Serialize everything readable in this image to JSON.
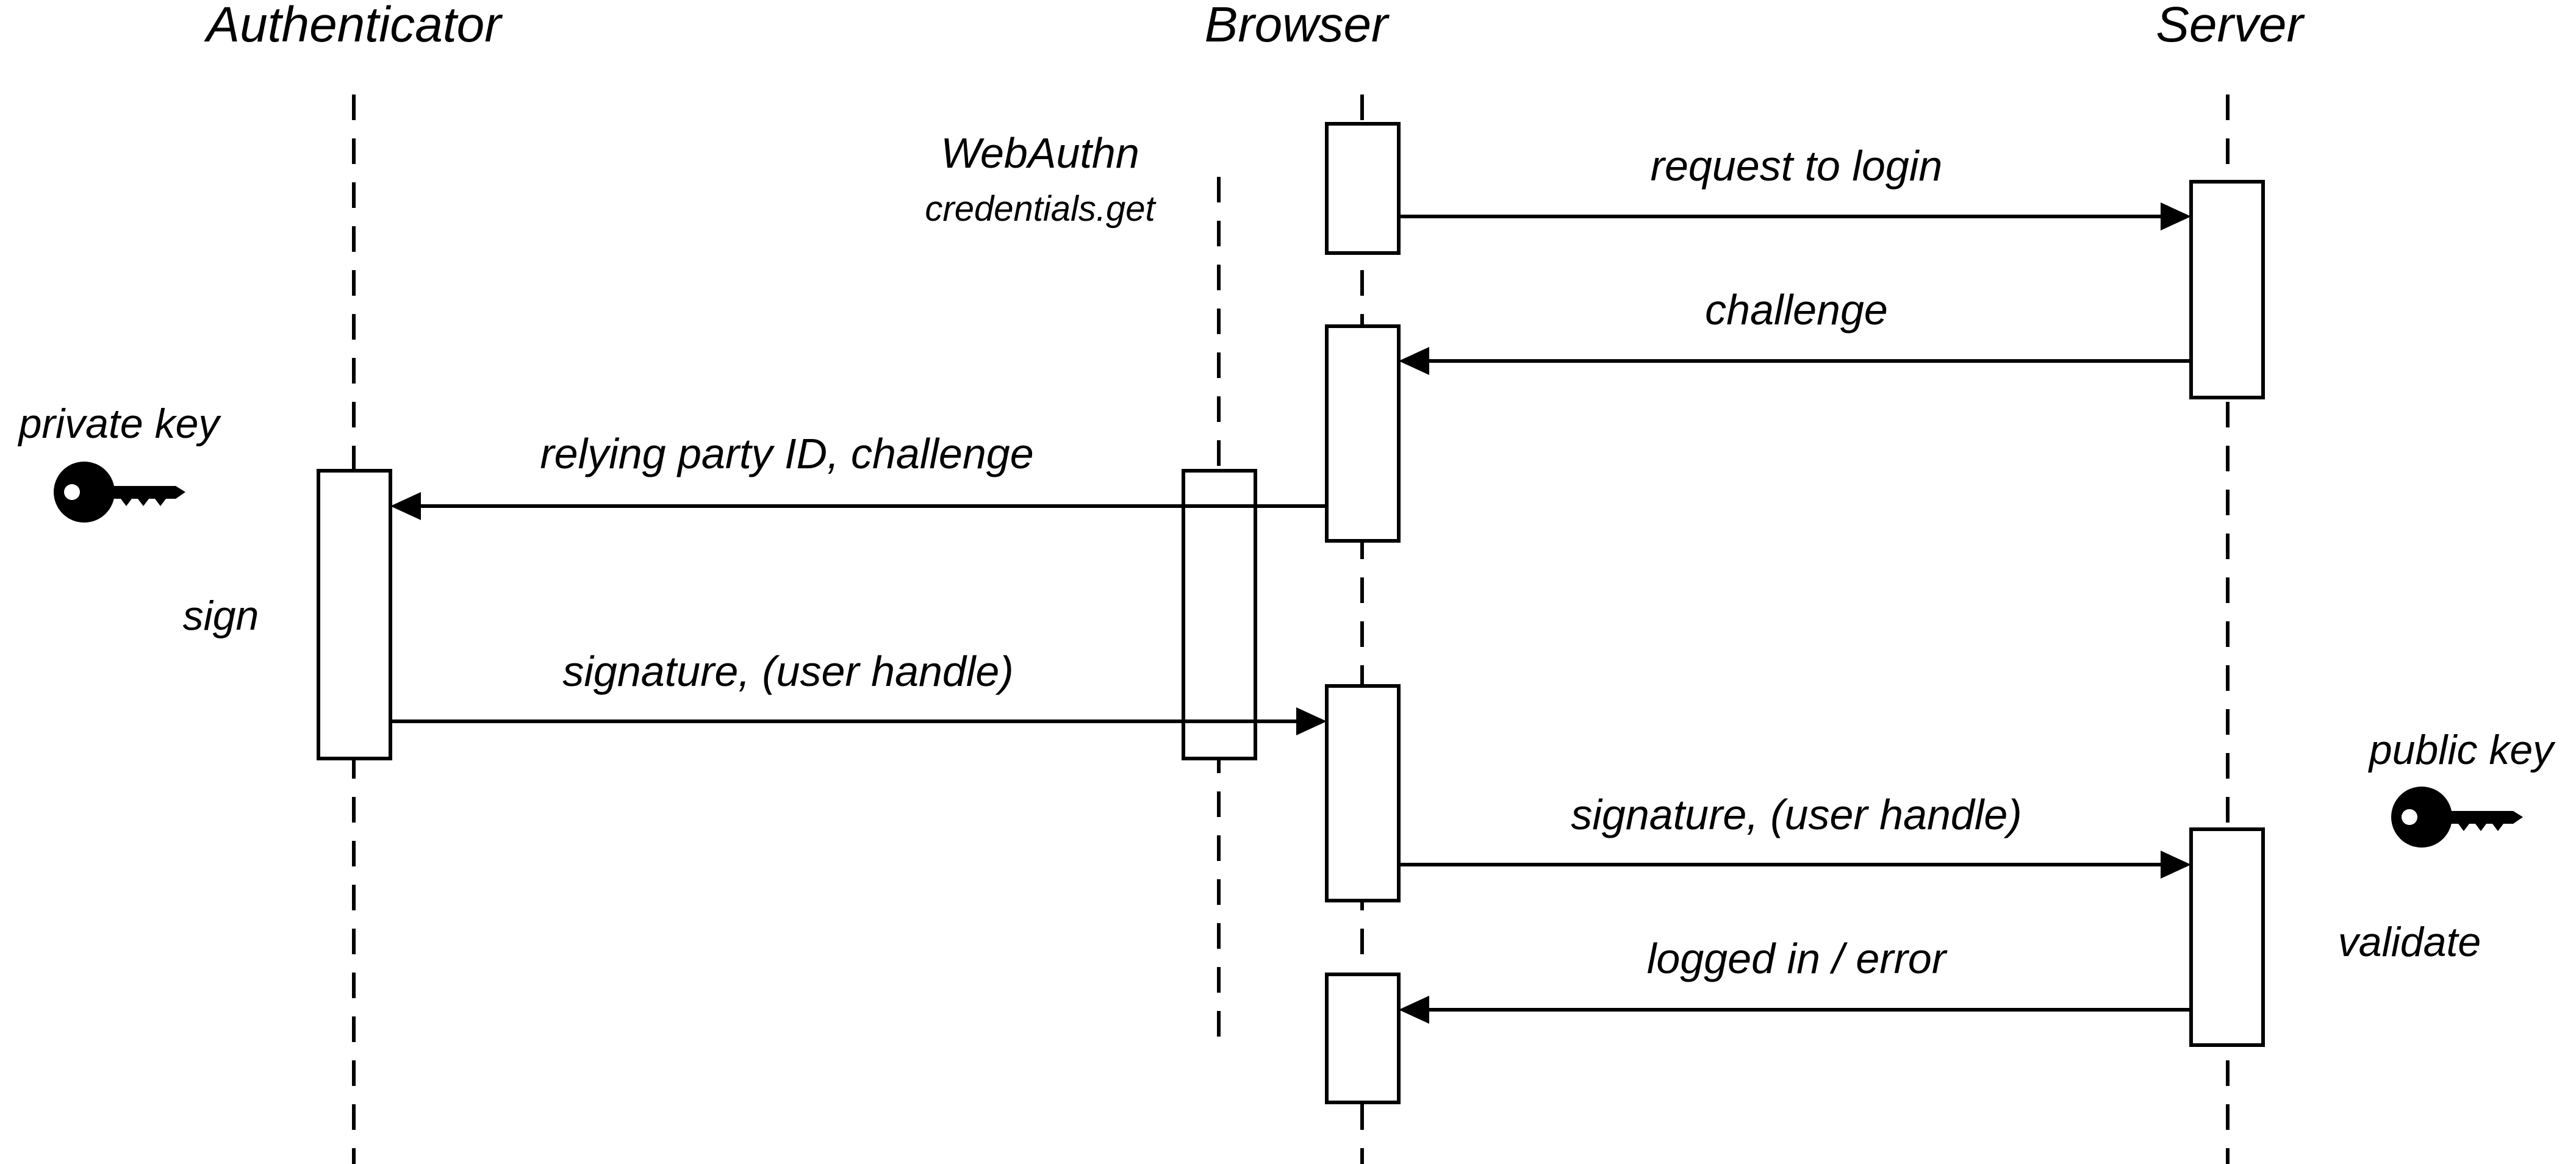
{
  "participants": {
    "authenticator": "Authenticator",
    "browser": "Browser",
    "server": "Server"
  },
  "webauthn": {
    "title": "WebAuthn",
    "call": "credentials.get"
  },
  "messages": [
    "request to login",
    "challenge",
    "relying party ID, challenge",
    "signature, (user handle)",
    "signature, (user handle)",
    "logged in / error"
  ],
  "notes": {
    "private_key": "private key",
    "public_key": "public key",
    "sign": "sign",
    "validate": "validate"
  },
  "icons": {
    "private_key": "key-icon",
    "public_key": "key-icon"
  },
  "colors": {
    "stroke": "#000000",
    "background": "#ffffff"
  }
}
